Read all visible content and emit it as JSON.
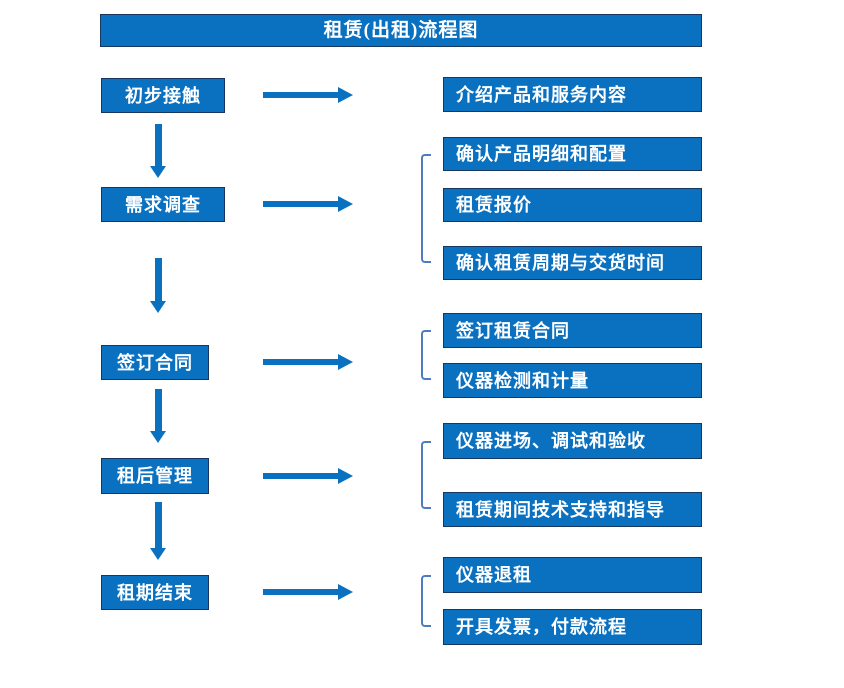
{
  "title": "租赁(出租)流程图",
  "colors": {
    "background": "#ffffff",
    "box_fill": "#0a70c0",
    "box_border": "#17375e",
    "box_text": "#ffffff",
    "arrow": "#0a70c0",
    "bracket": "#4e7dbf"
  },
  "stages": [
    {
      "label": "初步接触",
      "outputs": [
        "介绍产品和服务内容"
      ]
    },
    {
      "label": "需求调查",
      "outputs": [
        "确认产品明细和配置",
        "租赁报价",
        "确认租赁周期与交货时间"
      ]
    },
    {
      "label": "签订合同",
      "outputs": [
        "签订租赁合同",
        "仪器检测和计量"
      ]
    },
    {
      "label": "租后管理",
      "outputs": [
        "仪器进场、调试和验收",
        "租赁期间技术支持和指导"
      ]
    },
    {
      "label": "租期结束",
      "outputs": [
        "仪器退租",
        "开具发票，付款流程"
      ]
    }
  ]
}
